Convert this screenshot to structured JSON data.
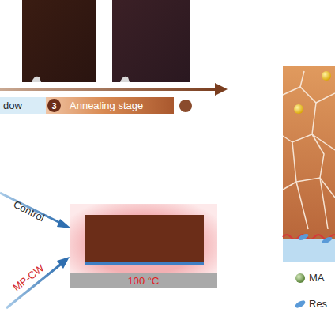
{
  "diagram": {
    "nodes": [
      {
        "text": [
          "dow"
        ]
      },
      {
        "text": [
          "Annealing stage"
        ]
      },
      {
        "text": [
          "3"
        ],
        "in": 1
      },
      {
        "text": [
          "100 °C"
        ]
      }
    ],
    "labels": [
      "Control",
      "MP-CW"
    ],
    "legend": [
      {
        "text": "MA"
      },
      {
        "text": "Res"
      }
    ]
  }
}
